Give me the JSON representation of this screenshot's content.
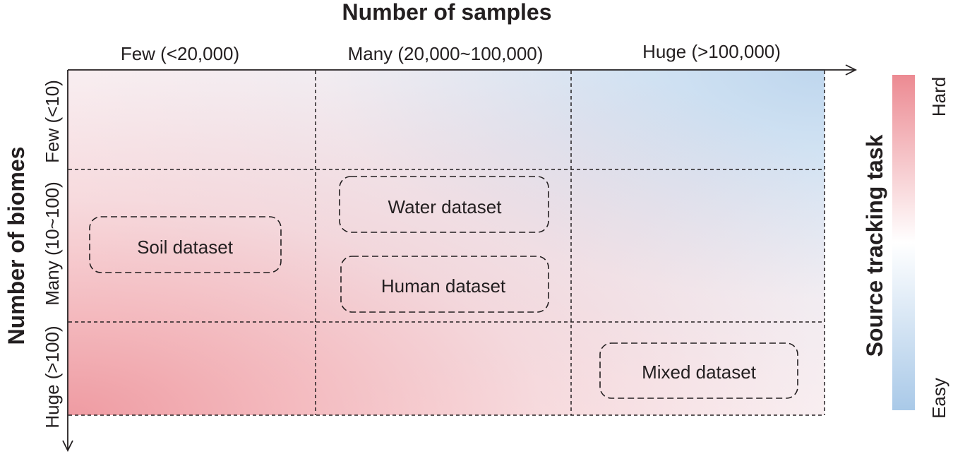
{
  "x_axis": {
    "title": "Number of samples",
    "categories": [
      "Few (<20,000)",
      "Many (20,000~100,000)",
      "Huge (>100,000)"
    ]
  },
  "y_axis": {
    "title": "Number of biomes",
    "categories": [
      "Few (<10)",
      "Many (10~100)",
      "Huge (>100)"
    ]
  },
  "colorbar": {
    "title": "Source tracking task",
    "high_label": "Hard",
    "low_label": "Easy",
    "high_color": "#ec8a92",
    "mid_color": "#ffffff",
    "low_color": "#a9c9e8"
  },
  "datasets": [
    {
      "label": "Soil dataset"
    },
    {
      "label": "Water dataset"
    },
    {
      "label": "Human dataset"
    },
    {
      "label": "Mixed dataset"
    }
  ],
  "colors": {
    "hard": "#ec8a92",
    "easy": "#a9c9e8",
    "line": "#231f20"
  }
}
